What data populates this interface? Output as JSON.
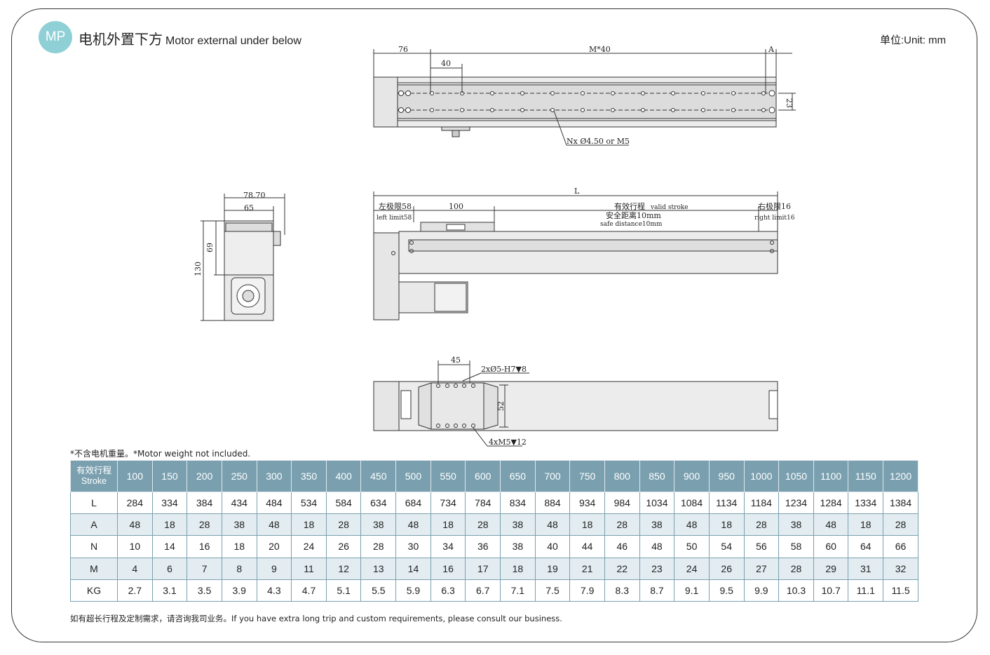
{
  "header": {
    "badge": "MP",
    "title_zh": "电机外置下方",
    "title_en": "Motor external under below",
    "unit": "单位:Unit: mm"
  },
  "drawing": {
    "top_view": {
      "dim_76": "76",
      "dim_m40": "M*40",
      "dim_a": "A",
      "dim_40": "40",
      "dim_23": "23",
      "hole_callout": "Nx Ø4.50 or M5"
    },
    "end_view": {
      "dim_7870": "78.70",
      "dim_65": "65",
      "dim_69": "69",
      "dim_130": "130"
    },
    "side_view": {
      "dim_l": "L",
      "left_limit_zh": "左极限58",
      "left_limit_en": "left limit58",
      "dim_100": "100",
      "valid_stroke_zh": "有效行程",
      "valid_stroke_en": "valid stroke",
      "safe_zh": "安全距离10mm",
      "safe_en": "safe distance10mm",
      "right_limit_zh": "右极限16",
      "right_limit_en": "right limit16"
    },
    "bottom_view": {
      "dim_45": "45",
      "pin_callout": "2xØ5-H7▼8",
      "dim_52": "52",
      "screw_callout": "4xM5▼12"
    }
  },
  "notes": {
    "weight": "*不含电机重量。*Motor weight not included.",
    "custom": "如有超长行程及定制需求，请咨询我司业务。If you have extra long trip and custom requirements, please consult our business."
  },
  "table": {
    "header_zh": "有效行程",
    "header_en": "Stroke",
    "strokes": [
      "100",
      "150",
      "200",
      "250",
      "300",
      "350",
      "400",
      "450",
      "500",
      "550",
      "600",
      "650",
      "700",
      "750",
      "800",
      "850",
      "900",
      "950",
      "1000",
      "1050",
      "1100",
      "1150",
      "1200"
    ],
    "rows": [
      {
        "label": "L",
        "values": [
          "284",
          "334",
          "384",
          "434",
          "484",
          "534",
          "584",
          "634",
          "684",
          "734",
          "784",
          "834",
          "884",
          "934",
          "984",
          "1034",
          "1084",
          "1134",
          "1184",
          "1234",
          "1284",
          "1334",
          "1384"
        ]
      },
      {
        "label": "A",
        "values": [
          "48",
          "18",
          "28",
          "38",
          "48",
          "18",
          "28",
          "38",
          "48",
          "18",
          "28",
          "38",
          "48",
          "18",
          "28",
          "38",
          "48",
          "18",
          "28",
          "38",
          "48",
          "18",
          "28"
        ]
      },
      {
        "label": "N",
        "values": [
          "10",
          "14",
          "16",
          "18",
          "20",
          "24",
          "26",
          "28",
          "30",
          "34",
          "36",
          "38",
          "40",
          "44",
          "46",
          "48",
          "50",
          "54",
          "56",
          "58",
          "60",
          "64",
          "66"
        ]
      },
      {
        "label": "M",
        "values": [
          "4",
          "6",
          "7",
          "8",
          "9",
          "11",
          "12",
          "13",
          "14",
          "16",
          "17",
          "18",
          "19",
          "21",
          "22",
          "23",
          "24",
          "26",
          "27",
          "28",
          "29",
          "31",
          "32"
        ]
      },
      {
        "label": "KG",
        "values": [
          "2.7",
          "3.1",
          "3.5",
          "3.9",
          "4.3",
          "4.7",
          "5.1",
          "5.5",
          "5.9",
          "6.3",
          "6.7",
          "7.1",
          "7.5",
          "7.9",
          "8.3",
          "8.7",
          "9.1",
          "9.5",
          "9.9",
          "10.3",
          "10.7",
          "11.1",
          "11.5"
        ]
      }
    ]
  },
  "colors": {
    "header_bg": "#7aa0b0",
    "row_alt": "#e3edf1",
    "badge": "#8fcfd6"
  }
}
